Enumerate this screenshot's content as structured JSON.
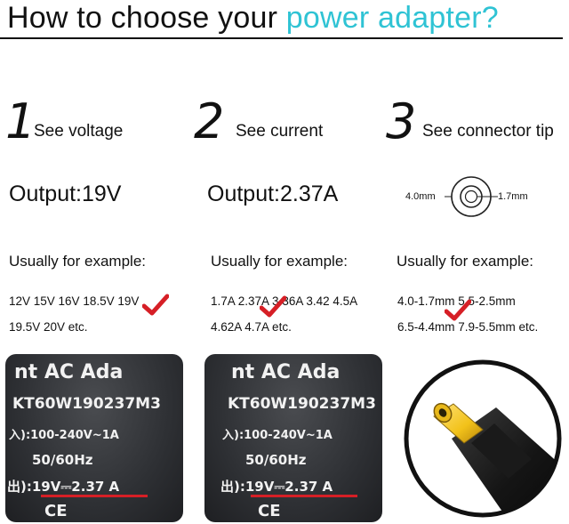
{
  "title": {
    "prefix": "How to choose your ",
    "accent": "power adapter?",
    "accent_color": "#2fc3d4"
  },
  "steps": [
    {
      "number": "1",
      "label": "See voltage",
      "output": "Output:19V",
      "usually": "Usually for example:",
      "line1": "12V 15V 16V 18.5V 19V",
      "line2": "19.5V 20V etc."
    },
    {
      "number": "2",
      "label": "See current",
      "output": "Output:2.37A",
      "usually": "Usually for example:",
      "line1": "1.7A 2.37A 3.36A 3.42 4.5A",
      "line2": "4.62A 4.7A etc."
    },
    {
      "number": "3",
      "label": "See connector tip",
      "diagram_outer": "4.0mm",
      "diagram_inner": "1.7mm",
      "usually": "Usually for example:",
      "line1": "4.0-1.7mm 5.5-2.5mm",
      "line2": "6.5-4.4mm 7.9-5.5mm etc."
    }
  ],
  "label_photo": {
    "line1": "nt AC Ada",
    "line2": "KT60W190237M3",
    "line3": "入):100-240V~1A",
    "line4": "50/60Hz",
    "line5_prefix": "出):",
    "line5_value": "19V⎓2.37 A",
    "logo": "CE"
  },
  "colors": {
    "checkmark": "#d61f26",
    "underline": "#d61f26",
    "tip_yellow": "#f2c21a"
  },
  "icons": [
    "checkmark-icon",
    "connector-diagram-icon",
    "connector-plug-icon"
  ]
}
